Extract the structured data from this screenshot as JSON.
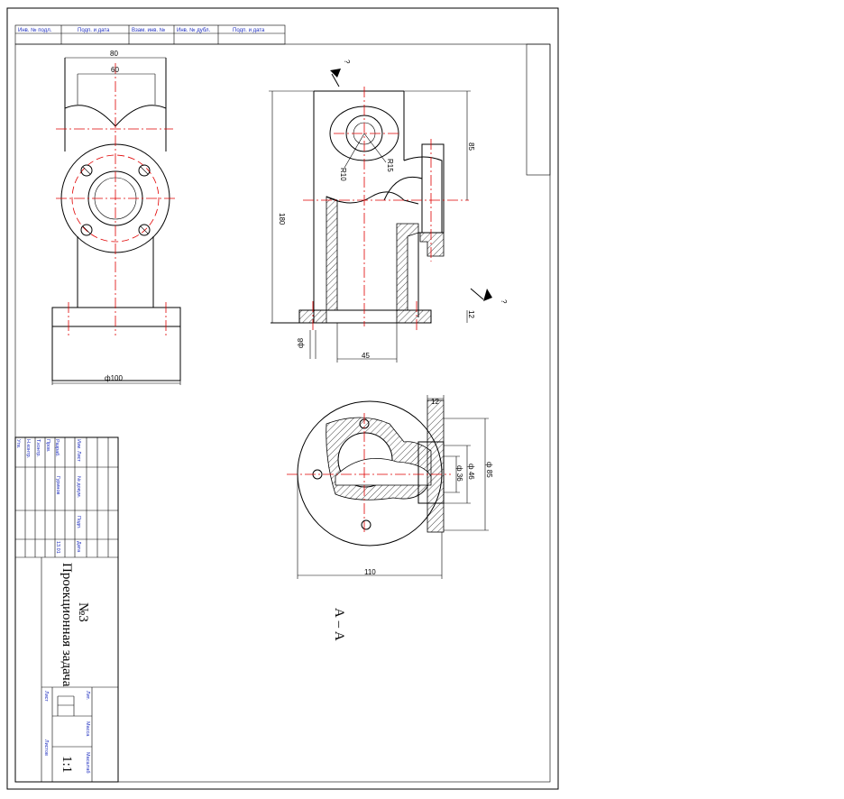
{
  "top_stamp": [
    "Инв. № подл.",
    "Подп. и дата",
    "Взам. инв. №",
    "Инв. № дубл.",
    "Подп. и дата"
  ],
  "dimensions": {
    "top_width_outer": "80",
    "top_width_inner": "60",
    "base_diameter": "ф100",
    "overall_height": "180",
    "upper_height": "85",
    "radius_small": "R10",
    "radius_large": "R15",
    "bore": "45",
    "flange_thickness": "12",
    "hole_dia": "ф8",
    "flange_thickness_plan": "12",
    "dia_36": "ф 36",
    "dia_46": "ф 46",
    "dia_85": "ф 85",
    "plan_width": "110"
  },
  "section_marks": {
    "top": "?",
    "right": "?"
  },
  "section_label": "А – А",
  "title_block": {
    "title_line1": "Проекционная задача",
    "title_line2": "№3",
    "scale": "1:1",
    "col_headers": [
      "Изм.",
      "Лист",
      "№ докум.",
      "Подп.",
      "Дата"
    ],
    "row_labels": [
      "Разраб.",
      "Пров.",
      "Т.контр.",
      "Н.контр.",
      "Утв."
    ],
    "student": "Гуринов",
    "scheme_date": "13.01",
    "lit": "Лит.",
    "mass": "Масса",
    "scale_hdr": "Масштаб",
    "sheet": "Лист",
    "sheets": "Листов"
  },
  "colors": {
    "axis": "#e00000",
    "line": "#000000",
    "stamp_text": "#2030c0"
  }
}
